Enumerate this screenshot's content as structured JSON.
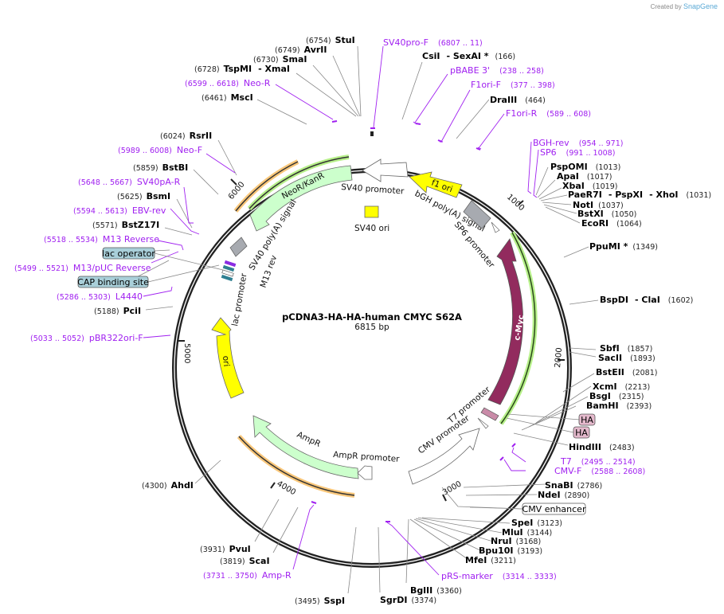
{
  "credit": {
    "prefix": "Created by",
    "brand": "SnapGene"
  },
  "plasmid": {
    "name": "pCDNA3-HA-HA-human CMYC S62A",
    "length": "6815 bp"
  },
  "ticks": [
    "1000",
    "2000",
    "3000",
    "4000",
    "5000",
    "6000"
  ],
  "enzymes": [
    {
      "name": "StuI",
      "pos": "(6754)"
    },
    {
      "name": "AvrII",
      "pos": "(6749)"
    },
    {
      "name": "SmaI",
      "pos": "(6730)"
    },
    {
      "name": "TspMI",
      "name2": "- XmaI",
      "pos": "(6728)"
    },
    {
      "name": "MscI",
      "pos": "(6461)"
    },
    {
      "name": "RsrII",
      "pos": "(6024)"
    },
    {
      "name": "BstBI",
      "pos": "(5859)"
    },
    {
      "name": "BsmI",
      "pos": "(5625)"
    },
    {
      "name": "BstZ17I",
      "pos": "(5571)"
    },
    {
      "name": "PciI",
      "pos": "(5188)"
    },
    {
      "name": "AhdI",
      "pos": "(4300)"
    },
    {
      "name": "PvuI",
      "pos": "(3931)"
    },
    {
      "name": "ScaI",
      "pos": "(3819)"
    },
    {
      "name": "SspI",
      "pos": "(3495)"
    },
    {
      "name": "SgrDI",
      "pos": "(3374)"
    },
    {
      "name": "BglII",
      "pos": "(3360)"
    },
    {
      "name": "MfeI",
      "pos": "(3211)"
    },
    {
      "name": "Bpu10I",
      "pos": "(3193)"
    },
    {
      "name": "NruI",
      "pos": "(3168)"
    },
    {
      "name": "MluI",
      "pos": "(3144)"
    },
    {
      "name": "SpeI",
      "pos": "(3123)"
    },
    {
      "name": "NdeI",
      "pos": "(2890)"
    },
    {
      "name": "SnaBI",
      "pos": "(2786)"
    },
    {
      "name": "HindIII",
      "pos": "(2483)"
    },
    {
      "name": "BamHI",
      "pos": "(2393)"
    },
    {
      "name": "BsgI",
      "pos": "(2315)"
    },
    {
      "name": "XcmI",
      "pos": "(2213)"
    },
    {
      "name": "BstEII",
      "pos": "(2081)"
    },
    {
      "name": "SacII",
      "pos": "(1893)"
    },
    {
      "name": "SbfI",
      "pos": "(1857)"
    },
    {
      "name": "BspDI",
      "name2": "- ClaI",
      "pos": "(1602)"
    },
    {
      "name": "PpuMI *",
      "pos": "(1349)"
    },
    {
      "name": "EcoRI",
      "pos": "(1064)"
    },
    {
      "name": "BstXI",
      "pos": "(1050)"
    },
    {
      "name": "NotI",
      "pos": "(1037)"
    },
    {
      "name": "PaeR7I",
      "name2": "- PspXI",
      "name3": "- XhoI",
      "pos": "(1031)"
    },
    {
      "name": "XbaI",
      "pos": "(1019)"
    },
    {
      "name": "ApaI",
      "pos": "(1017)"
    },
    {
      "name": "PspOMI",
      "pos": "(1013)"
    },
    {
      "name": "DraIII",
      "pos": "(464)"
    },
    {
      "name": "CsiI",
      "name2": "- SexAI *",
      "pos": "(166)"
    }
  ],
  "primers": [
    {
      "name": "SV40pro-F",
      "pos": "(6807 .. 11)"
    },
    {
      "name": "pBABE 3'",
      "pos": "(238 .. 258)"
    },
    {
      "name": "F1ori-F",
      "pos": "(377 .. 398)"
    },
    {
      "name": "F1ori-R",
      "pos": "(589 .. 608)"
    },
    {
      "name": "BGH-rev",
      "pos": "(954 .. 971)"
    },
    {
      "name": "SP6",
      "pos": "(991 .. 1008)"
    },
    {
      "name": "T7",
      "pos": "(2495 .. 2514)"
    },
    {
      "name": "CMV-F",
      "pos": "(2588 .. 2608)"
    },
    {
      "name": "pRS-marker",
      "pos": "(3314 .. 3333)"
    },
    {
      "name": "Amp-R",
      "pos": "(3731 .. 3750)"
    },
    {
      "name": "pBR322ori-F",
      "pos": "(5033 .. 5052)"
    },
    {
      "name": "L4440",
      "pos": "(5286 .. 5303)"
    },
    {
      "name": "M13/pUC Reverse",
      "pos": "(5499 .. 5521)"
    },
    {
      "name": "M13 Reverse",
      "pos": "(5518 .. 5534)"
    },
    {
      "name": "EBV-rev",
      "pos": "(5594 .. 5613)"
    },
    {
      "name": "SV40pA-R",
      "pos": "(5648 .. 5667)"
    },
    {
      "name": "Neo-F",
      "pos": "(5989 .. 6008)"
    },
    {
      "name": "Neo-R",
      "pos": "(6599 .. 6618)"
    }
  ],
  "boxed_features": [
    {
      "name": "lac operator",
      "color": "#a9cfd9"
    },
    {
      "name": "CAP binding site",
      "color": "#a9cfd9"
    },
    {
      "name": "HA",
      "color": "#e4b9cc"
    },
    {
      "name": "HA",
      "color": "#e4b9cc"
    },
    {
      "name": "CMV enhancer",
      "color": "#ffffff"
    }
  ],
  "features": {
    "f1_ori": "f1 ori",
    "sv40_promoter": "SV40 promoter",
    "neo": "NeoR/KanR",
    "bgh": "bGH poly(A) signal",
    "sp6": "SP6 promoter",
    "sv40_ori": "SV40 ori",
    "sv40_polya": "SV40 poly(A) signal",
    "m13rev": "M13 rev",
    "lac_promoter": "lac promoter",
    "ori": "ori",
    "cmyc": "c-Myc",
    "t7": "T7 promoter",
    "cmv": "CMV promoter",
    "ampr": "AmpR",
    "ampr_promoter": "AmpR promoter"
  },
  "colors": {
    "primer": "#a020f0",
    "cmyc": "#922b5e",
    "ori_yellow": "#ffff00",
    "resistance_green": "#ccffcc",
    "orf_green_halo": "#b7f08a",
    "orf_orange_halo": "#f9c77a"
  }
}
